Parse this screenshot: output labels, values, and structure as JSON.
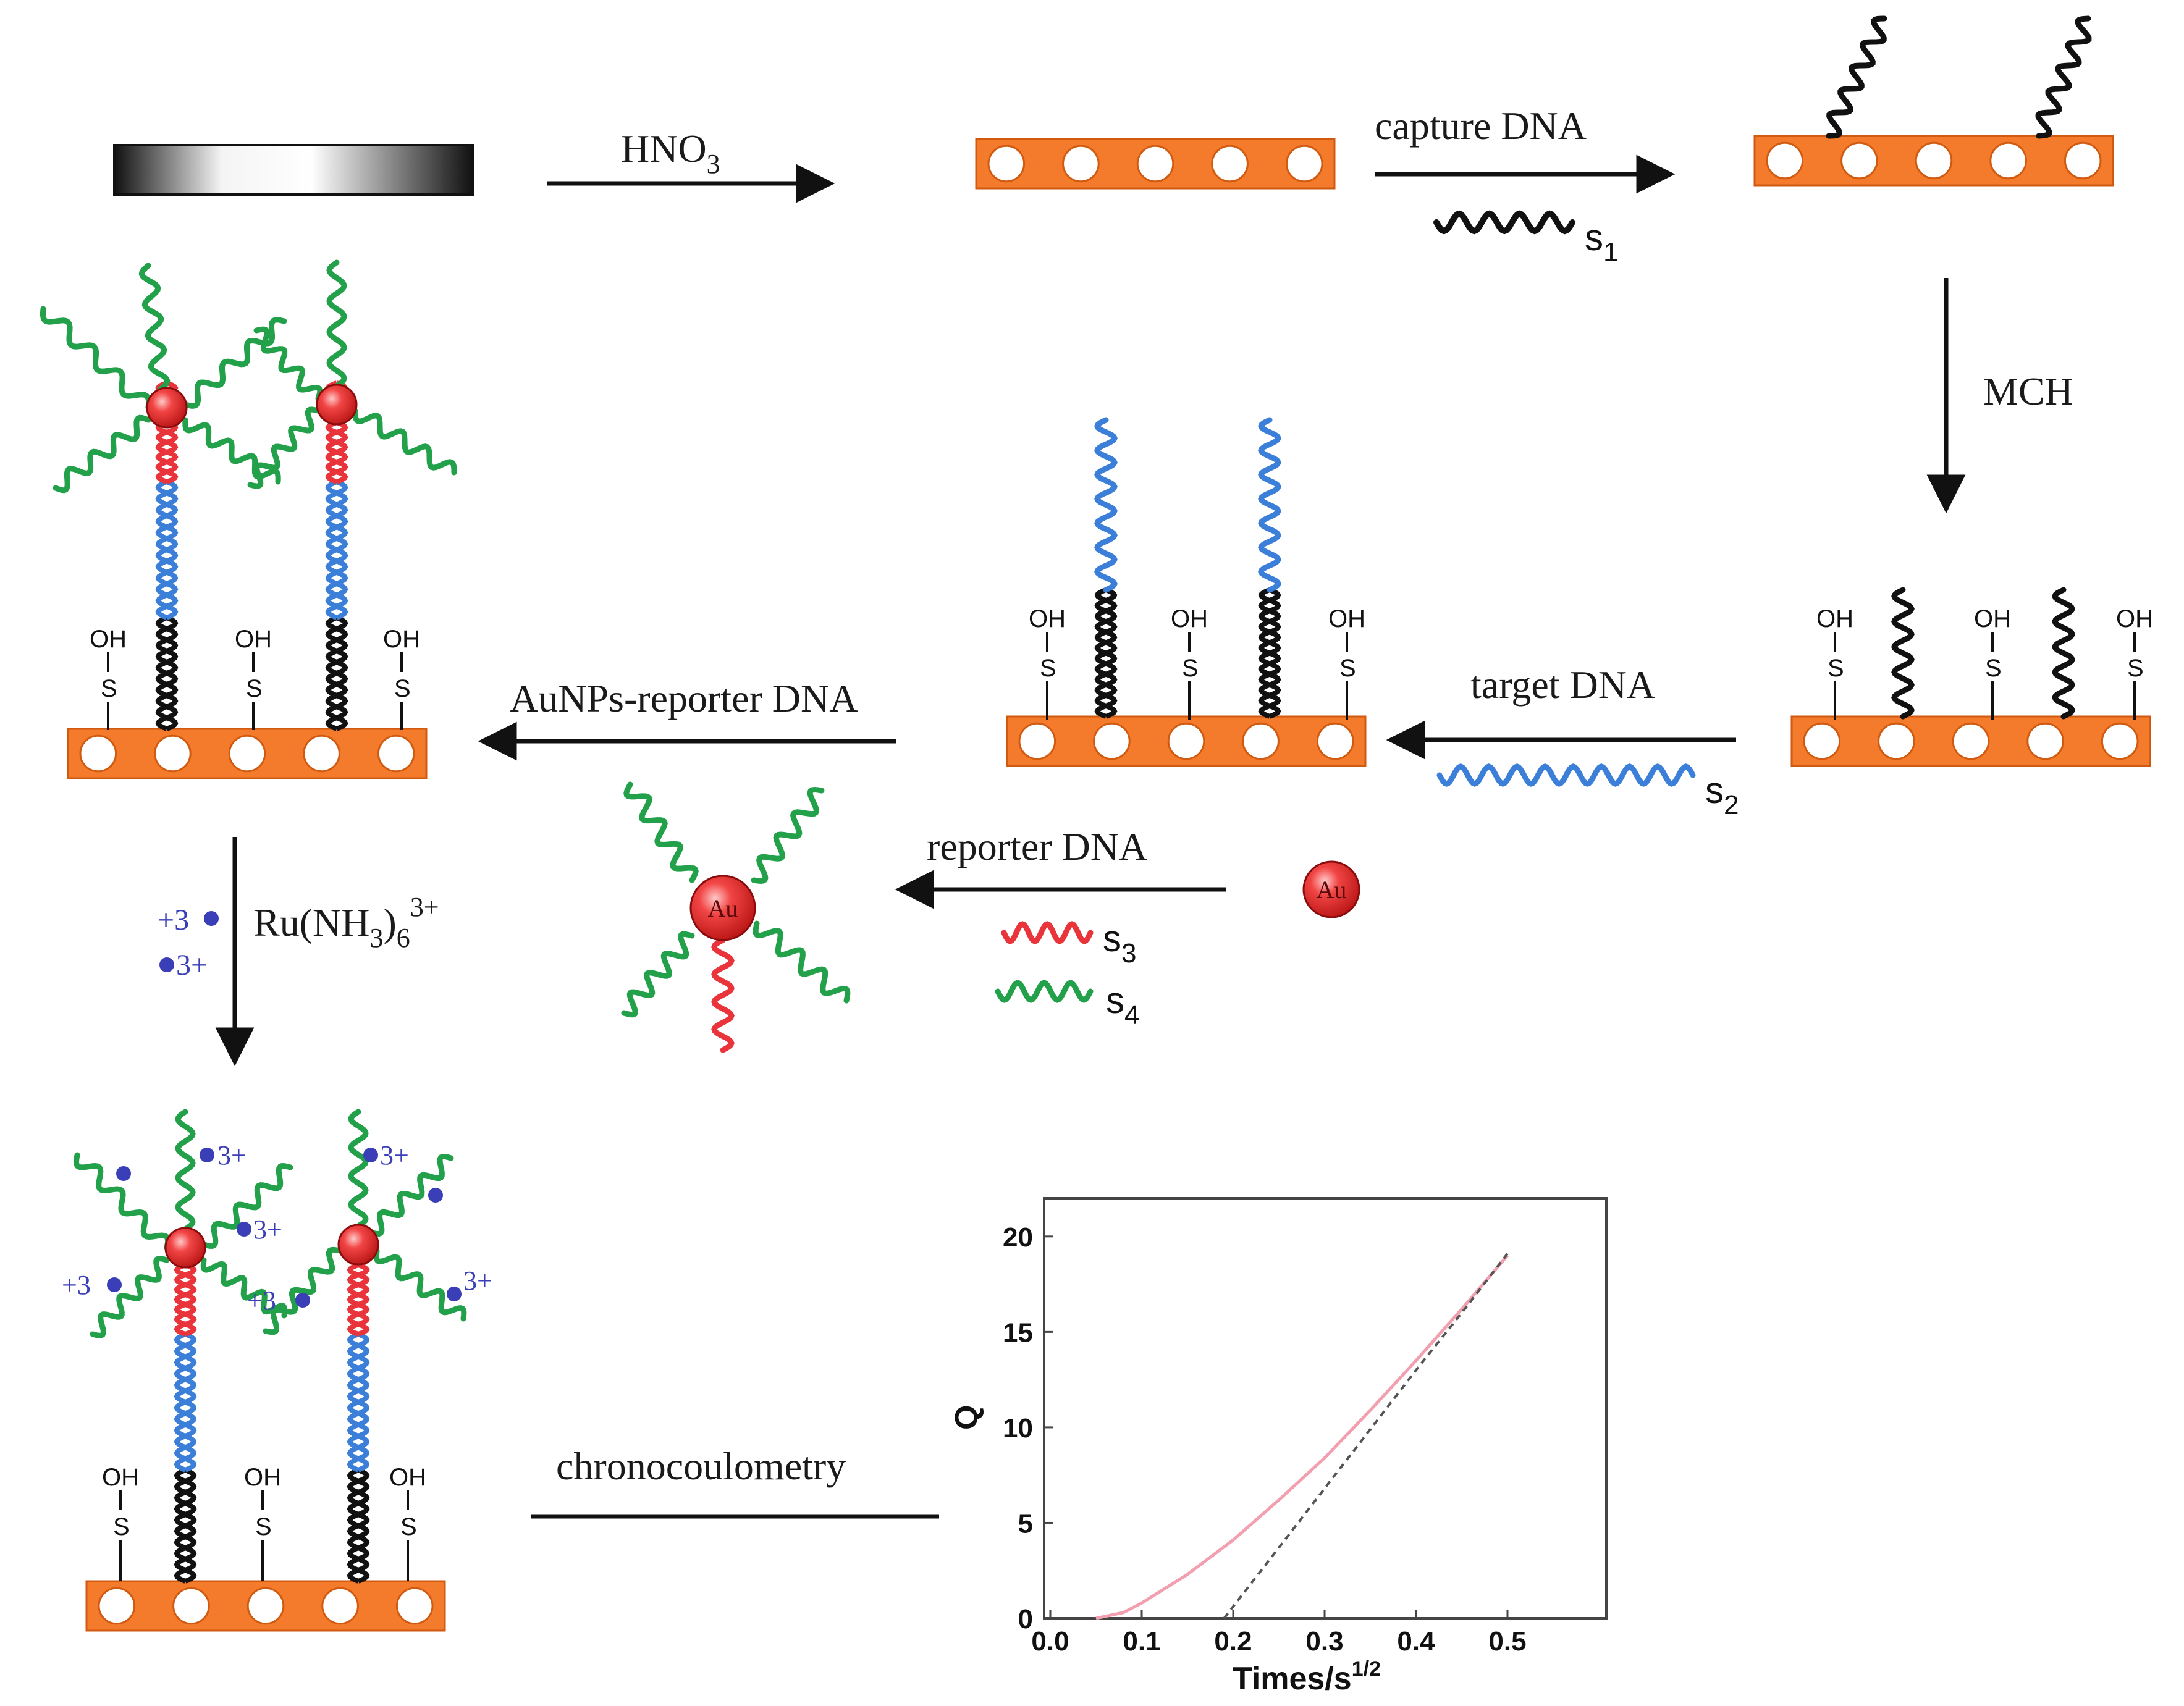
{
  "steps": {
    "hno3": {
      "text": "HNO",
      "sub": "3"
    },
    "capture": {
      "label": "capture DNA",
      "strand": "s",
      "sub": "1"
    },
    "mch": {
      "label": "MCH"
    },
    "target": {
      "label": "target DNA",
      "strand": "s",
      "sub": "2"
    },
    "reporter": {
      "label": "reporter DNA",
      "s3": "s",
      "s3sub": "3",
      "s4": "s",
      "s4sub": "4"
    },
    "aunps": {
      "label": "AuNPs-reporter DNA"
    },
    "ru": {
      "text": "Ru(NH",
      "sub": "3",
      "close": ")",
      "sub2": "6",
      "sup": "3+"
    },
    "chrono": {
      "label": "chronocoulometry"
    }
  },
  "chem": {
    "oh": "OH",
    "s": "S",
    "au": "Au",
    "ion_plus": "+3",
    "ion_3plus": "3+"
  },
  "colors": {
    "electrode": "#f47a2c",
    "strand_black": "#111111",
    "strand_blue": "#3b7fd9",
    "strand_red": "#e8343a",
    "strand_green": "#22a04a",
    "ion": "#3a3fb8",
    "gold": "#e82828"
  },
  "chart_data": {
    "type": "line",
    "xlabel": "Times/s",
    "xlabel_sup": "1/2",
    "ylabel": "Q",
    "xlim": [
      0.0,
      0.5
    ],
    "ylim": [
      0,
      22
    ],
    "xticks": [
      "0.0",
      "0.1",
      "0.2",
      "0.3",
      "0.4",
      "0.5"
    ],
    "yticks": [
      "0",
      "5",
      "10",
      "15",
      "20"
    ],
    "series": [
      {
        "style": "solid",
        "color": "#f2a0b0",
        "x": [
          0.05,
          0.08,
          0.1,
          0.15,
          0.2,
          0.25,
          0.3,
          0.35,
          0.4,
          0.45,
          0.5
        ],
        "y": [
          0.0,
          0.3,
          0.8,
          2.3,
          4.1,
          6.2,
          8.4,
          10.9,
          13.5,
          16.2,
          19.0
        ]
      },
      {
        "style": "dashed",
        "color": "#555555",
        "x": [
          0.19,
          0.25,
          0.3,
          0.35,
          0.4,
          0.45,
          0.5
        ],
        "y": [
          0.0,
          3.7,
          6.8,
          9.9,
          13.0,
          16.0,
          19.1
        ]
      }
    ]
  }
}
